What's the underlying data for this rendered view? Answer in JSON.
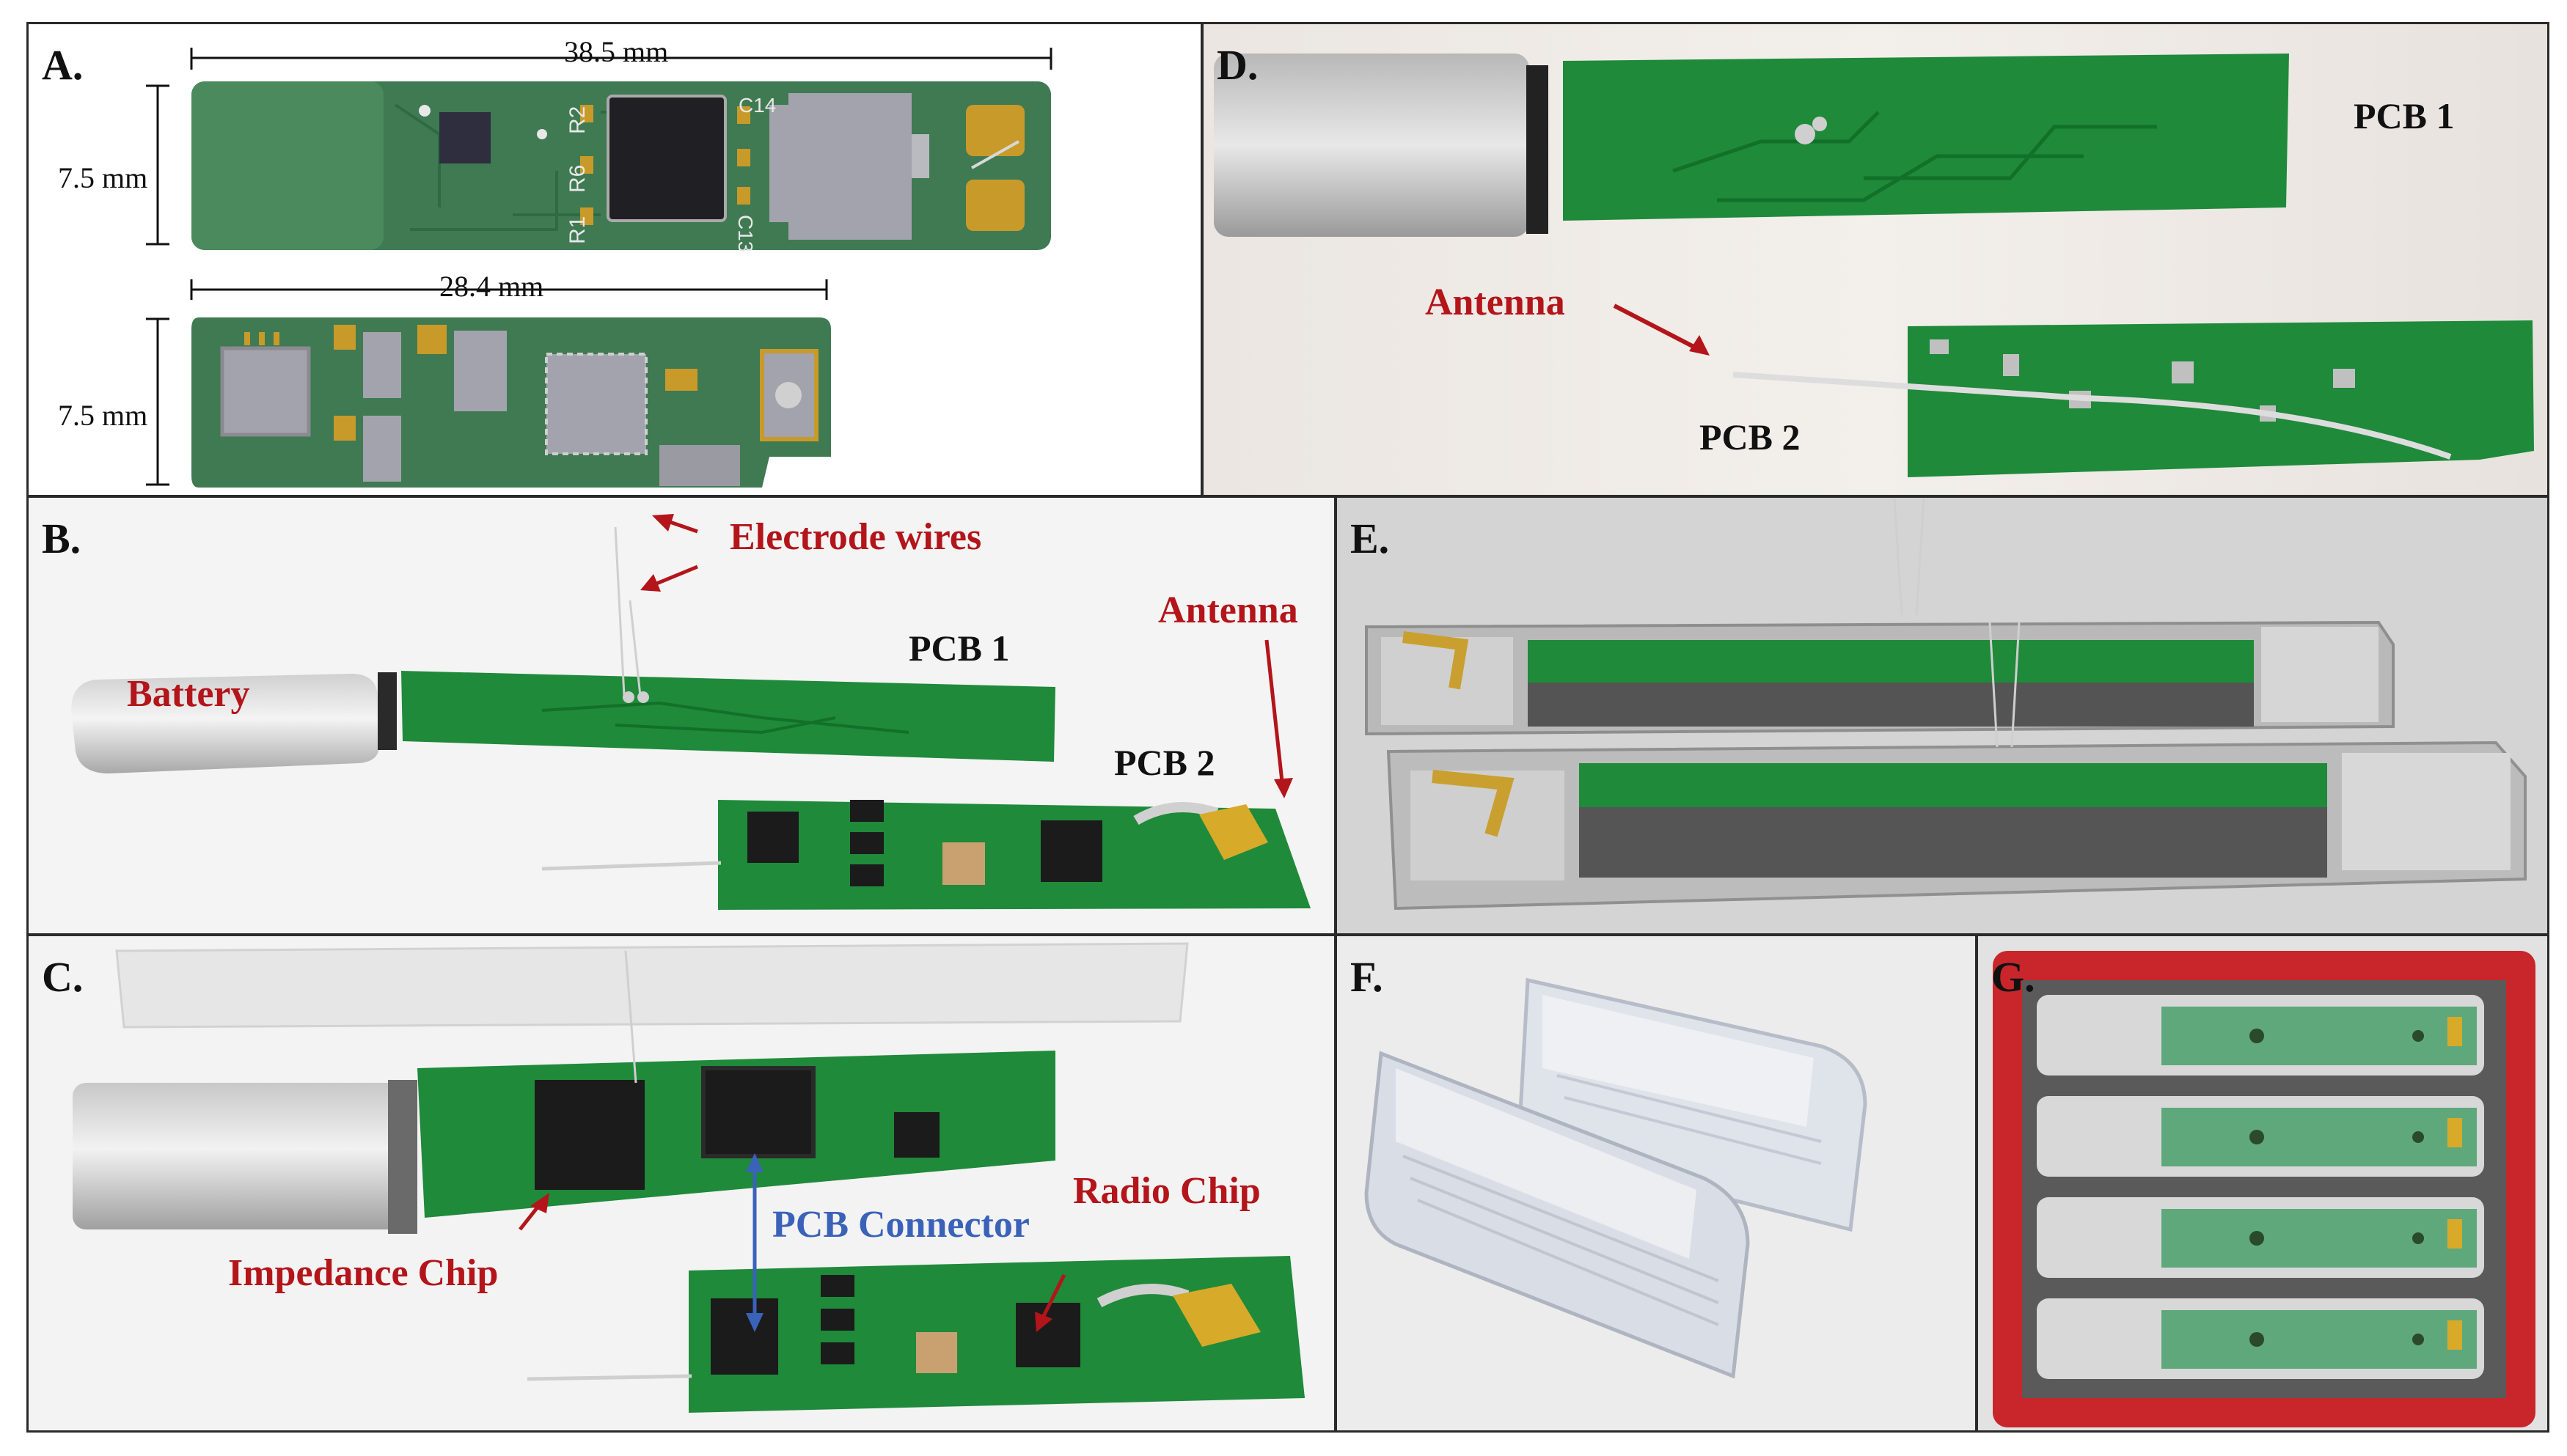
{
  "panels": {
    "a": {
      "label": "A.",
      "dim_top_length": "38.5 mm",
      "dim_top_height": "7.5 mm",
      "dim_bottom_length": "28.4 mm",
      "dim_bottom_height": "7.5 mm",
      "silkscreen": [
        "R2",
        "R6",
        "R1",
        "C14",
        "C13"
      ]
    },
    "b": {
      "label": "B.",
      "electrode_wires": "Electrode wires",
      "battery": "Battery",
      "pcb1": "PCB 1",
      "pcb2": "PCB 2",
      "antenna": "Antenna"
    },
    "c": {
      "label": "C.",
      "impedance_chip": "Impedance Chip",
      "pcb_connector": "PCB Connector",
      "radio_chip": "Radio Chip"
    },
    "d": {
      "label": "D.",
      "pcb1": "PCB 1",
      "antenna": "Antenna",
      "pcb2": "PCB 2"
    },
    "e": {
      "label": "E."
    },
    "f": {
      "label": "F."
    },
    "g": {
      "label": "G."
    }
  },
  "colors": {
    "pcb_green": "#2a8a3a",
    "annotation_red": "#b3151a",
    "annotation_blue": "#3a62b8",
    "case_red": "#c8262a"
  }
}
